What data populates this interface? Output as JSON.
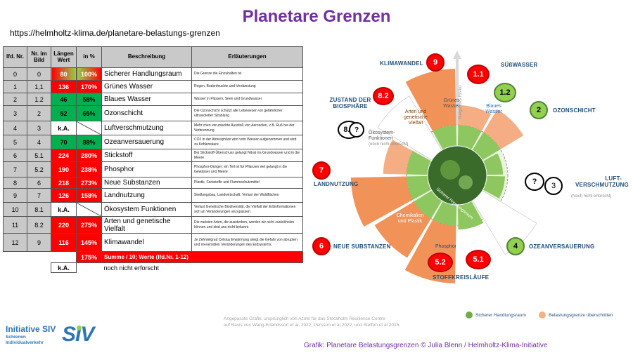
{
  "title": "Planetare Grenzen",
  "url": "https://helmholtz-klima.de/planetare-belastungs-grenzen",
  "table": {
    "headers": [
      "lfd. Nr.",
      "Nr. im Bild",
      "Längen Wert",
      "in %",
      "Beschreibung",
      "Erläuterungen"
    ],
    "rows": [
      {
        "lfd": "0",
        "bild": "0",
        "wert": "80",
        "pct": "100%",
        "desc": "Sicherer Handlungsraum",
        "note": "Die Grenze die Einzuhalten ist",
        "status": "safe0"
      },
      {
        "lfd": "1",
        "bild": "1,1",
        "wert": "136",
        "pct": "170%",
        "desc": "Grünes Wasser",
        "note": "Regen, Bodenfeuchte und Verdunstung",
        "status": "red"
      },
      {
        "lfd": "2",
        "bild": "1.2",
        "wert": "46",
        "pct": "58%",
        "desc": "Blaues Wasser",
        "note": "Wasser in Flüssen, Seen und Grundwasser",
        "status": "green"
      },
      {
        "lfd": "3",
        "bild": "2",
        "wert": "52",
        "pct": "65%",
        "desc": "Ozonschicht",
        "note": "Die Ozonschicht schützt alle Lebewesen vor gefährlicher ultravioletter Strahlung",
        "status": "green"
      },
      {
        "lfd": "4",
        "bild": "3",
        "wert": "k.A.",
        "pct": "",
        "desc": "Luftverschmutzung",
        "note": "Mehr chen verursachte Ausstoß von Aerosolen, z.B. Ruß bei der Verbrennung",
        "status": "na"
      },
      {
        "lfd": "5",
        "bild": "4",
        "wert": "70",
        "pct": "88%",
        "desc": "Ozeanversauerung",
        "note": "CO2 in der Atmosphäre wird vom Wasser aufgenommen und wird zu Kohlensäure.",
        "status": "green"
      },
      {
        "lfd": "6",
        "bild": "5.1",
        "wert": "224",
        "pct": "280%",
        "desc": "Stickstoff",
        "note": "Bei Stickstoff-Überschuss gelangt Nitrat ins Grundwasser und in die Meere",
        "status": "red"
      },
      {
        "lfd": "7",
        "bild": "5.2",
        "wert": "190",
        "pct": "238%",
        "desc": "Phosphor",
        "note": "Phosphor-Dünger: ein Teil ist für Pflanzen viel gelangt in die Gewässer und Meere",
        "status": "red"
      },
      {
        "lfd": "8",
        "bild": "6",
        "wert": "218",
        "pct": "273%",
        "desc": "Neue Substanzen",
        "note": "Plastik, Farbstoffe und Flammschutzmittel",
        "status": "red"
      },
      {
        "lfd": "9",
        "bild": "7",
        "wert": "126",
        "pct": "158%",
        "desc": "Landnutzung",
        "note": "Siedlungsbau, Landwirtschaft, Verlust der Waldflächen",
        "status": "red"
      },
      {
        "lfd": "10",
        "bild": "8.1",
        "wert": "k.A.",
        "pct": "",
        "desc": "Ökosystem Funktionen",
        "note": "Verlust Genetische Biodiversität, die Vielfalt der Erbinformationen sich an Veränderungen anzupassen",
        "status": "na"
      },
      {
        "lfd": "11",
        "bild": "8.2",
        "wert": "220",
        "pct": "275%",
        "desc": "Arten und genetische Vielfalt",
        "note": "Die meisten Arten, die aussterben, werden wir nicht zurückholen können und sind uns nicht bekannt",
        "status": "red"
      },
      {
        "lfd": "12",
        "bild": "9",
        "wert": "116",
        "pct": "145%",
        "desc": "Klimawandel",
        "note": "Je Zehntelgrad Celsius Erwärmung steigt die Gefahr von abrupten und irreversiblen Veränderungen des Erdsystems.",
        "status": "red"
      }
    ],
    "sum_pct": "175%",
    "sum_label": "Summe / 10; Werte (lfd.Nr. 1-12)",
    "na_value": "k.A.",
    "na_label": "noch nicht erforscht"
  },
  "diagram": {
    "axis_label": "Steigendes Risiko",
    "core_label": "Sicherer Handlungsraum",
    "labels": {
      "klimawandel": "KLIMAWANDEL",
      "suesswasser": "SÜßWASSER",
      "biosphaere": "ZUSTAND DER BIOSPHÄRE",
      "ozon": "OZONSCHICHT",
      "landnutzung": "LANDNUTZUNG",
      "luft": "LUFT-VERSCHMUTZUNG",
      "luft_sub": "(Noch nicht erforscht)",
      "substanzen": "NEUE SUBSTANZEN",
      "ozean": "OZEANVERSAUERUNG",
      "stoffkreis": "STOFFKREISLÄUFE",
      "oeko": "Ökosystem-Funktionen",
      "oeko_sub": "(noch nicht erforscht)",
      "gruenes_wasser": "Grünes Wasser",
      "blaues_wasser": "Blaues Wasser",
      "arten": "Arten und genetische Vielfalt",
      "chemikalien": "Chemikalien und Plastik",
      "phosphor": "Phosphor",
      "stickstoff": "Stickstoff"
    },
    "bubbles": {
      "b9": "9",
      "b11": "1.1",
      "b12": "1.2",
      "b82": "8.2",
      "b2": "2",
      "b81": "8.1",
      "q1": "?",
      "b7": "7",
      "q2": "?",
      "b3": "3",
      "b6": "6",
      "b4": "4",
      "b52": "5.2",
      "b51": "5.1"
    },
    "slices": [
      {
        "name": "Klimawandel",
        "percent": 145
      },
      {
        "name": "Grünes Wasser",
        "percent": 170
      },
      {
        "name": "Blaues Wasser",
        "percent": 58
      },
      {
        "name": "Ozonschicht",
        "percent": 65
      },
      {
        "name": "Luftverschmutzung",
        "percent": null
      },
      {
        "name": "Ozeanversauerung",
        "percent": 88
      },
      {
        "name": "Stickstoff",
        "percent": 280
      },
      {
        "name": "Phosphor",
        "percent": 238
      },
      {
        "name": "Neue Substanzen",
        "percent": 273
      },
      {
        "name": "Landnutzung",
        "percent": 158
      },
      {
        "name": "Ökosystem-Funktionen",
        "percent": null
      },
      {
        "name": "Arten und genetische Vielfalt",
        "percent": 275
      }
    ]
  },
  "credit_line1": "Angepasste Grafik, ursprünglich von Azote für das Stockholm Resilience Centre",
  "credit_line2": "auf Basis von Wang-Erlandsson et al. 2022, Persson et al 2022, und Steffen et al 2015.",
  "legend": {
    "safe": "Sicherer Handlungsraum",
    "over": "Belastungsgrenze überschritten"
  },
  "credit_main": "Grafik: Planetare Belastungsgrenzen ©  Julia Blenn / Helmholtz-Klima-Initiative",
  "logo": {
    "line1": "Initiative SIV",
    "line2a": "Schienen",
    "line2b": "Individualverkehr",
    "mark": "SIV"
  },
  "colors": {
    "title": "#7030a0",
    "red": "#ff0000",
    "green": "#00b050",
    "header_grey": "#c9c9c9",
    "label_blue": "#1f4e79"
  }
}
